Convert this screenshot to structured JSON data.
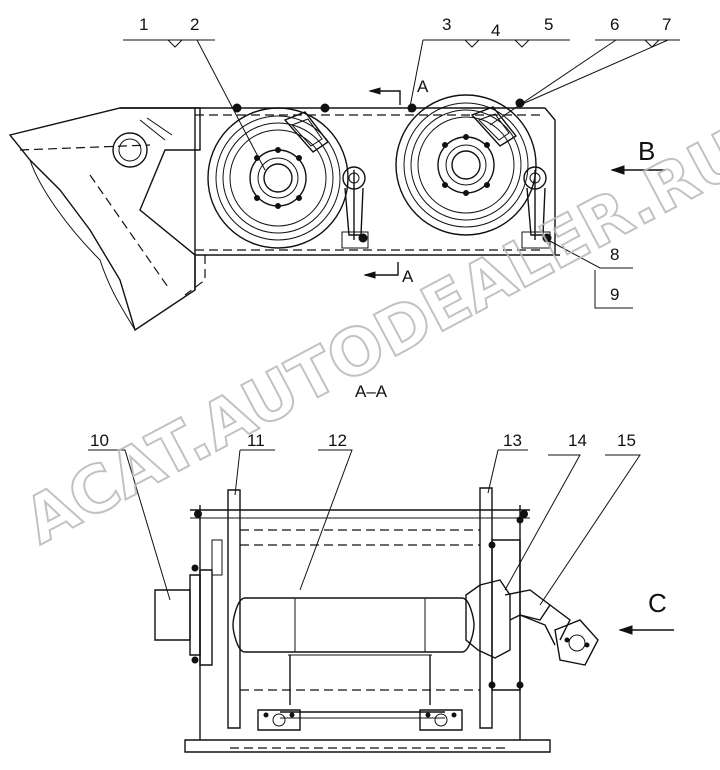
{
  "callouts_top": [
    "1",
    "2",
    "3",
    "4",
    "5",
    "6",
    "7",
    "8",
    "9"
  ],
  "callouts_bottom": [
    "10",
    "11",
    "12",
    "13",
    "14",
    "15"
  ],
  "section_markers": {
    "a_upper": "A",
    "a_lower": "A",
    "b_view": "B",
    "c_view": "C"
  },
  "section_title": "A–A",
  "watermark": "ACAT.AUTODEALER.RU"
}
